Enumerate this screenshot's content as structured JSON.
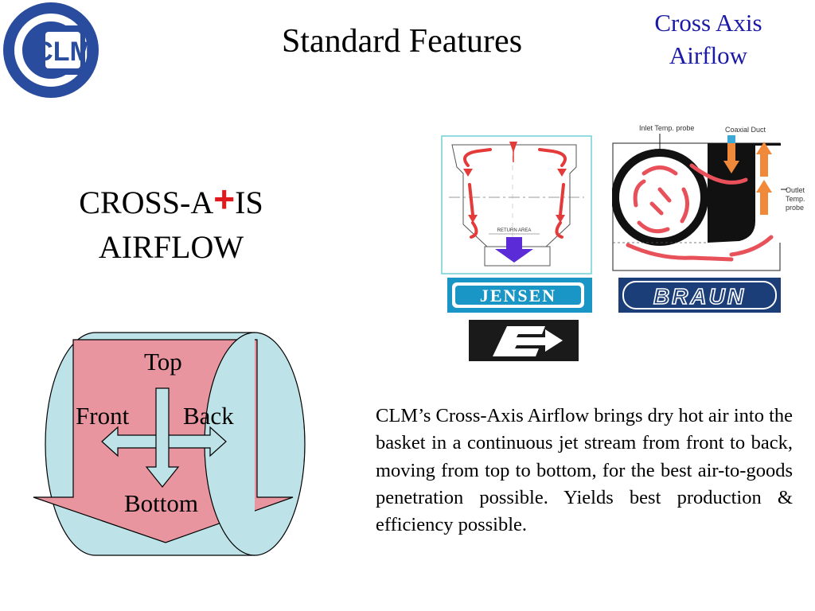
{
  "slide": {
    "title": "Standard Features",
    "corner_title_line1": "Cross Axis",
    "corner_title_line2": "Airflow",
    "heading_part1": "CROSS-A",
    "heading_plus": "+",
    "heading_part2": "IS",
    "heading_line2": "AIRFLOW",
    "description": "CLM’s Cross-Axis Airflow brings dry hot air into the basket in a continuous jet stream from front to back, moving from top to bottom, for the best air-to-goods penetration possible.  Yields best production & efficiency possible."
  },
  "logo": {
    "text": "CLM",
    "color": "#2a4c9e"
  },
  "airflow_diagram": {
    "top_label": "Top",
    "front_label": "Front",
    "back_label": "Back",
    "bottom_label": "Bottom",
    "cylinder_color": "#bde3e8",
    "arrow_color": "#e8959f"
  },
  "jensen_diagram": {
    "return_area_label": "RETURN AREA"
  },
  "braun_diagram": {
    "inlet_label": "Inlet Temp. probe",
    "coaxial_label": "Coaxial Duct",
    "outlet_label_line1": "Outlet",
    "outlet_label_line2": "Temp.",
    "outlet_label_line3": "probe"
  },
  "brand_logos": {
    "jensen": "JENSEN",
    "braun": "BRAUN"
  }
}
